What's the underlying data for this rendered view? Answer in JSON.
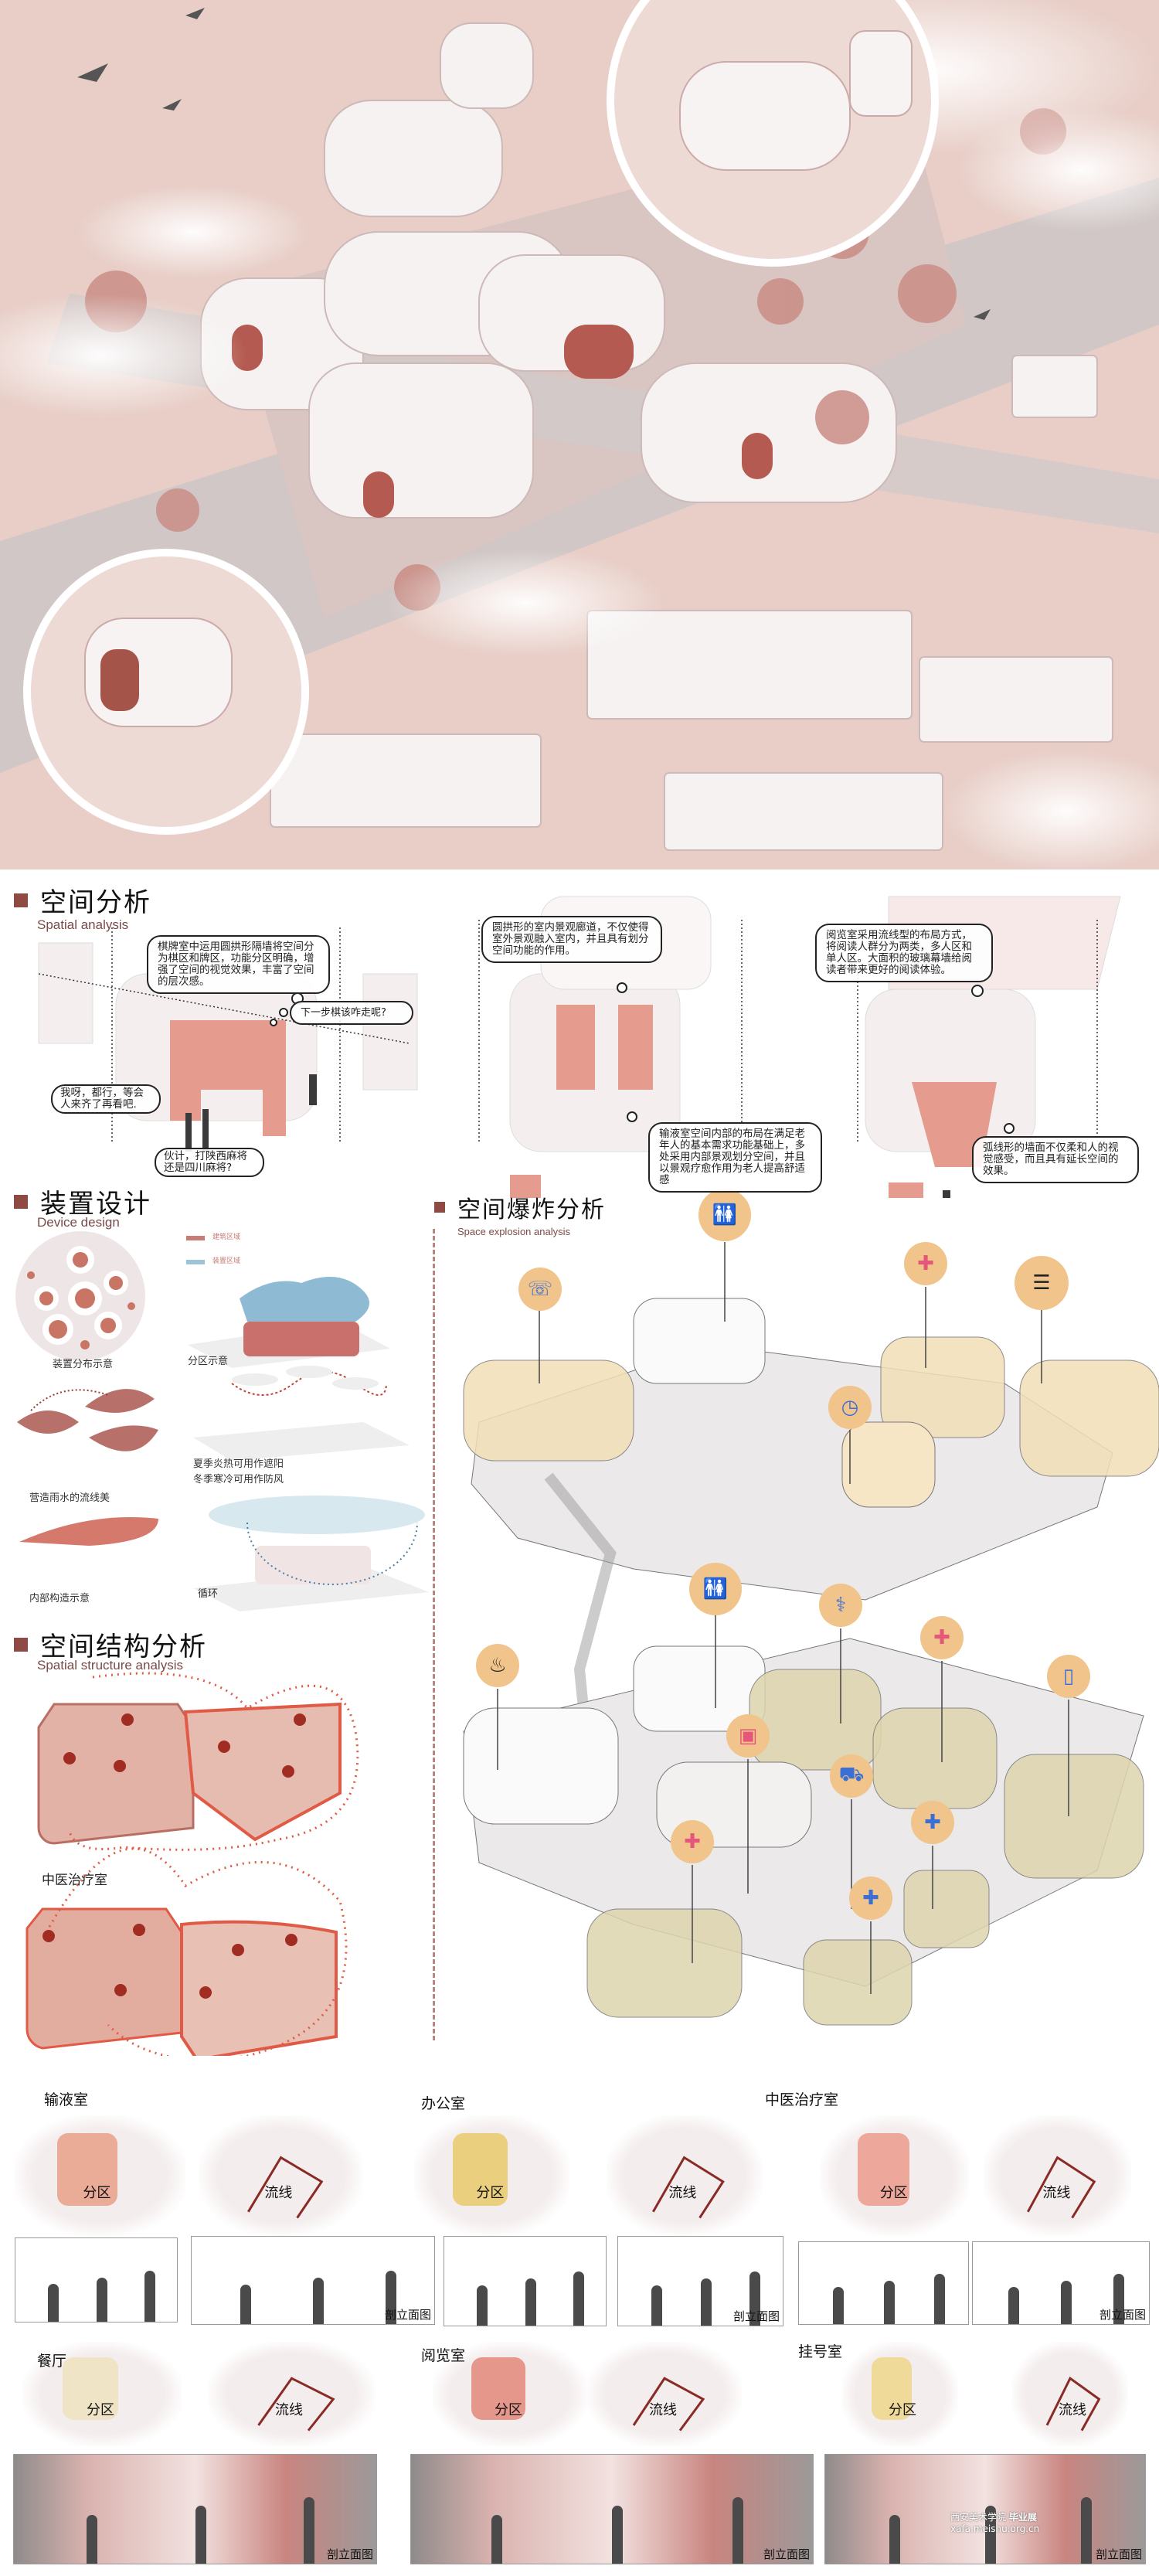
{
  "spatial_analysis": {
    "title": "空间分析",
    "subtitle": "Spatial analysis",
    "bubbles": [
      "棋牌室中运用圆拱形隔墙将空间分为棋区和牌区，功能分区明确，增强了空间的视觉效果，丰富了空间的层次感。",
      "下一步棋该咋走呢?",
      "我呀，都行，等会人来齐了再看吧.",
      "伙计，打陕西麻将还是四川麻将?",
      "圆拱形的室内景观廊道，不仅使得室外景观融入室内，并且具有划分空间功能的作用。",
      "输液室空间内部的布局在满足老年人的基本需求功能基础上，多处采用内部景观划分空间，并且以景观疗愈作用为老人提高舒适感",
      "阅览室采用流线型的布局方式，将阅读人群分为两类，多人区和单人区。大面积的玻璃幕墙给阅读者带来更好的阅读体验。",
      "弧线形的墙面不仅柔和人的视觉感受，而且具有延长空间的效果。"
    ]
  },
  "device_design": {
    "title": "装置设计",
    "subtitle": "Device design",
    "legend": [
      {
        "label": "建筑区域",
        "color": "#c97b76"
      },
      {
        "label": "装置区域",
        "color": "#9cc3d8"
      }
    ],
    "captions": {
      "distribution": "装置分布示意",
      "zoning": "分区示意",
      "rain": "营造雨水的流线美",
      "season_1": "夏季炎热可用作遮阳",
      "season_2": "冬季寒冷可用作防风",
      "structure": "内部构造示意",
      "cycle": "循环"
    }
  },
  "structure_analysis": {
    "title": "空间结构分析",
    "subtitle": "Spatial structure analysis",
    "room_label": "中医治疗室"
  },
  "explosion": {
    "title": "空间爆炸分析",
    "subtitle": "Space explosion analysis",
    "icons": [
      "toilet-icon",
      "phone-medical-icon",
      "bandage-icon",
      "books-icon",
      "doctor-clock-icon",
      "toilet-icon",
      "stethoscope-icon",
      "medical-document-icon",
      "phone-pills-icon",
      "soup-bowl-icon",
      "iv-bag-icon",
      "hospital-bed-icon",
      "medicine-bottle-icon",
      "medical-kit-icon",
      "medical-tag-icon"
    ]
  },
  "rooms": [
    {
      "name": "输液室",
      "zone": "分区",
      "flow": "流线",
      "section": "剖立面图"
    },
    {
      "name": "办公室",
      "zone": "分区",
      "flow": "流线",
      "section": "剖立面图"
    },
    {
      "name": "中医治疗室",
      "zone": "分区",
      "flow": "流线",
      "section": "剖立面图"
    },
    {
      "name": "餐厅",
      "zone": "分区",
      "flow": "流线",
      "section": "剖立面图"
    },
    {
      "name": "阅览室",
      "zone": "分区",
      "flow": "流线",
      "section": "剖立面图"
    },
    {
      "name": "挂号室",
      "zone": "分区",
      "flow": "流线",
      "section": "剖立面图"
    }
  ],
  "watermark": {
    "school": "西安美术学院",
    "label": "毕业展",
    "url": "xafa.meishu.org.cn"
  },
  "colors": {
    "accent": "#8f4a44",
    "pink": "#e6a79c",
    "icon_bg": "#f0c48a",
    "route": "#e05a45"
  }
}
